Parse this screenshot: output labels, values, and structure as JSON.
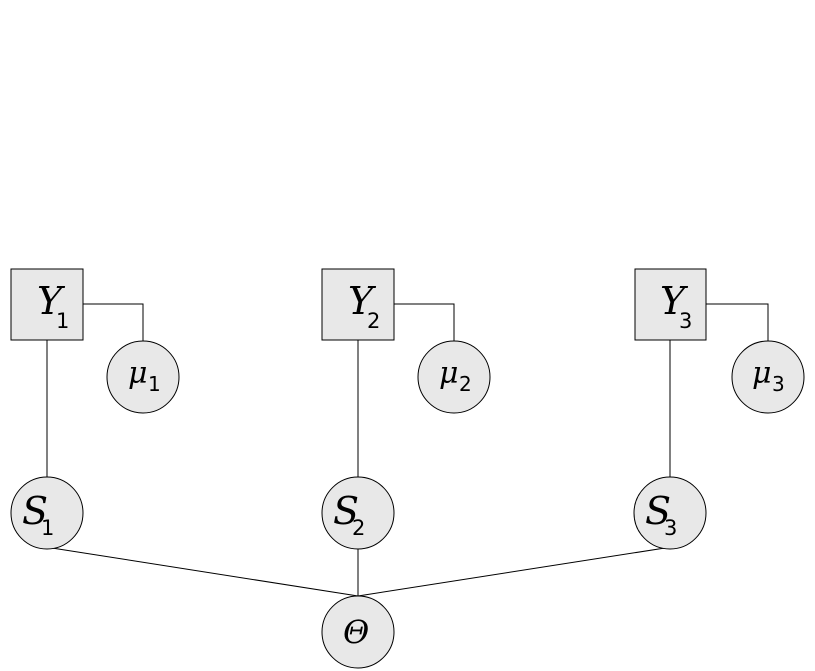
{
  "diagram": {
    "nodes": {
      "y1": {
        "symbol": "Y",
        "subscript": "1",
        "shape": "square"
      },
      "y2": {
        "symbol": "Y",
        "subscript": "2",
        "shape": "square"
      },
      "y3": {
        "symbol": "Y",
        "subscript": "3",
        "shape": "square"
      },
      "mu1": {
        "symbol": "μ",
        "subscript": "1",
        "shape": "circle"
      },
      "mu2": {
        "symbol": "μ",
        "subscript": "2",
        "shape": "circle"
      },
      "mu3": {
        "symbol": "μ",
        "subscript": "3",
        "shape": "circle"
      },
      "s1": {
        "symbol": "S",
        "subscript": "1",
        "shape": "circle"
      },
      "s2": {
        "symbol": "S",
        "subscript": "2",
        "shape": "circle"
      },
      "s3": {
        "symbol": "S",
        "subscript": "3",
        "shape": "circle"
      },
      "theta": {
        "symbol": "Θ",
        "subscript": "",
        "shape": "circle"
      }
    },
    "edges": [
      [
        "y1",
        "mu1"
      ],
      [
        "y2",
        "mu2"
      ],
      [
        "y3",
        "mu3"
      ],
      [
        "y1",
        "s1"
      ],
      [
        "y2",
        "s2"
      ],
      [
        "y3",
        "s3"
      ],
      [
        "s1",
        "theta"
      ],
      [
        "s2",
        "theta"
      ],
      [
        "s3",
        "theta"
      ]
    ],
    "colors": {
      "node_fill": "#e8e8e8",
      "stroke": "#000000",
      "background": "#ffffff"
    }
  }
}
